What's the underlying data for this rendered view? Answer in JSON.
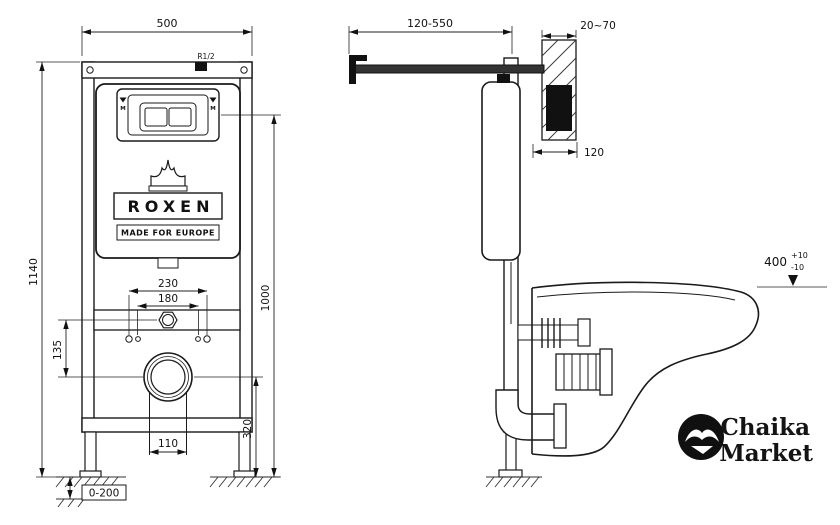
{
  "front_view": {
    "dim_width_top": "500",
    "dim_height_total": "1140",
    "thread_label": "R1/2",
    "dim_bolt_230": "230",
    "dim_bolt_180": "180",
    "dim_plate_height": "1000",
    "dim_inlet_offset": "135",
    "dim_outlet_height": "320",
    "dim_outlet_width": "110",
    "dim_feet_range": "0-200",
    "plate_mark": "M",
    "brand": "ROXEN",
    "brand_subtitle": "MADE FOR EUROPE"
  },
  "side_view": {
    "dim_depth_range": "120-550",
    "dim_wall_offset": "20~70",
    "dim_cistern_depth": "120",
    "dim_bowl_height": "400",
    "dim_bowl_height_plus": "+10",
    "dim_bowl_height_minus": "-10"
  },
  "logo": {
    "name_line1": "Chaika",
    "name_line2": "Market"
  }
}
